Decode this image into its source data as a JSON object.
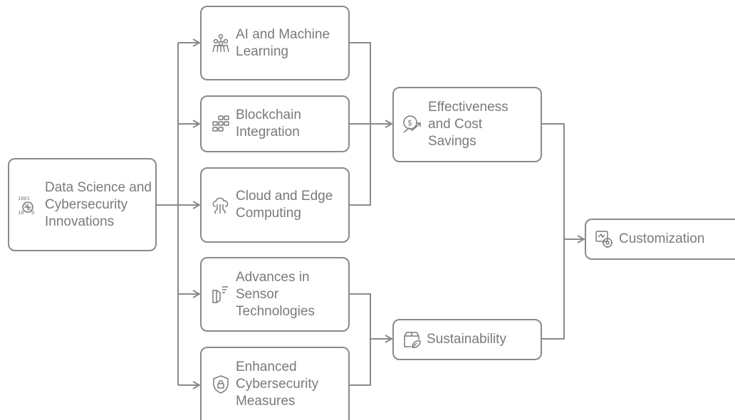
{
  "nodes": {
    "source": {
      "label": "Data Science and Cybersecurity Innovations",
      "icon": "binary-brain-icon"
    },
    "ai": {
      "label": "AI and Machine Learning",
      "icon": "neural-network-icon"
    },
    "blockchain": {
      "label": "Blockchain Integration",
      "icon": "blocks-icon"
    },
    "cloud": {
      "label": "Cloud and Edge Computing",
      "icon": "cloud-circuit-icon"
    },
    "sensor": {
      "label": "Advances in Sensor Technologies",
      "icon": "sensor-icon"
    },
    "cyber": {
      "label": "Enhanced Cybersecurity Measures",
      "icon": "shield-lock-icon"
    },
    "effectiveness": {
      "label": "Effectiveness and Cost Savings",
      "icon": "money-growth-icon"
    },
    "sustainability": {
      "label": "Sustainability",
      "icon": "eco-box-icon"
    },
    "customization": {
      "label": "Customization",
      "icon": "custom-settings-icon"
    }
  },
  "colors": {
    "stroke": "#8a8a8a",
    "text": "#7a7a7a",
    "background": "#ffffff"
  }
}
